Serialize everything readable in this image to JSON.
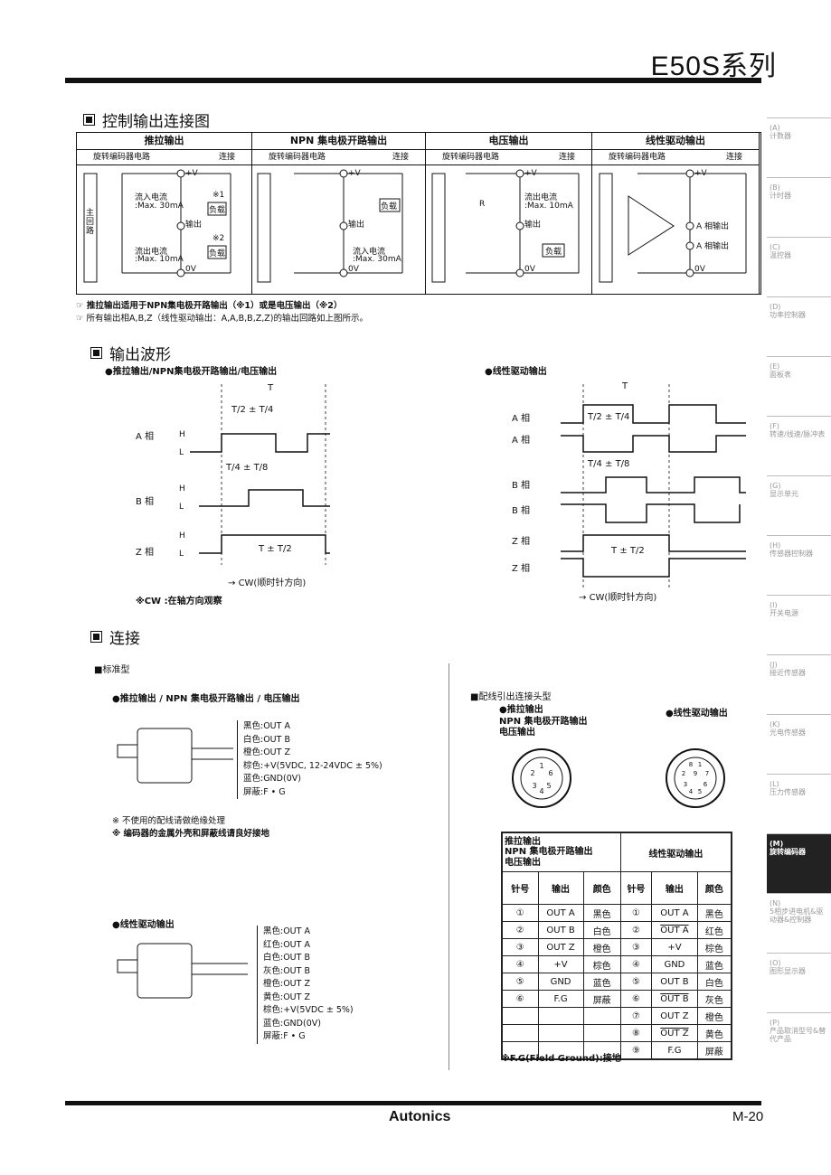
{
  "header": {
    "title": "E50S系列"
  },
  "footer": {
    "brand": "Autonics",
    "page": "M-20"
  },
  "section1": {
    "title": "控制输出连接图",
    "columns": [
      {
        "head": "推拉输出",
        "sub_left": "旋转编码器电路",
        "sub_right": "连接"
      },
      {
        "head": "NPN 集电极开路输出",
        "sub_left": "旋转编码器电路",
        "sub_right": "连接"
      },
      {
        "head": "电压输出",
        "sub_left": "旋转编码器电路",
        "sub_right": "连接"
      },
      {
        "head": "线性驱动输出",
        "sub_left": "旋转编码器电路",
        "sub_right": "连接"
      }
    ],
    "circuit_labels": {
      "main_circuit": "主回路",
      "plus_v": "+V",
      "zero_v": "0V",
      "output": "输出",
      "load": "负载",
      "mark1": "※1",
      "mark2": "※2",
      "inflow": "流入电流",
      "inflow_max": ":Max. 30mA",
      "outflow": "流出电流",
      "outflow_max": ":Max. 10mA",
      "resistor": "R",
      "a_out": "A 相输出",
      "a_bar_out": "A 相输出",
      "plus": "+",
      "minus": "-"
    },
    "notes": [
      "推拉输出适用于NPN集电极开路输出（※1）或是电压输出（※2）",
      "所有输出相A,B,Z（线性驱动输出：A,A,B,B,Z,Z)的输出回路如上图所示。"
    ]
  },
  "section2": {
    "title": "输出波形",
    "left_sub": "●推拉输出/NPN集电极开路输出/电压输出",
    "right_sub": "●线性驱动输出",
    "T": "T",
    "frac_T2": "T/2 ± T/4",
    "frac_T4": "T/4 ± T/8",
    "frac_T_T2": "T ± T/2",
    "phase_a": "A 相",
    "phase_b": "B 相",
    "phase_z": "Z 相",
    "H": "H",
    "L": "L",
    "cw": "CW(顺时针方向)",
    "cw_note": "※CW :在轴方向观察"
  },
  "section3": {
    "title": "连接",
    "std_type": "■标准型",
    "std_sub": "●推拉输出 / NPN 集电极开路输出 / 电压输出",
    "std_wires": [
      "黑色:OUT A",
      "白色:OUT B",
      "橙色:OUT Z",
      "棕色:+V(5VDC, 12-24VDC ± 5%)",
      "蓝色:GND(0V)",
      "屏蔽:F • G"
    ],
    "notes": [
      "※ 不使用的配线请做绝缘处理",
      "※ 编码器的金属外壳和屏蔽线请良好接地"
    ],
    "ld_sub": "●线性驱动输出",
    "ld_wires": [
      "黑色:OUT A",
      "红色:OUT A",
      "白色:OUT B",
      "灰色:OUT B",
      "橙色:OUT Z",
      "黄色:OUT Z",
      "棕色:+V(5VDC ± 5%)",
      "蓝色:GND(0V)",
      "屏蔽:F • G"
    ],
    "conn_title": "■配线引出连接头型",
    "conn_left": "●推拉输出\nNPN 集电极开路输出\n电压输出",
    "conn_right": "●线性驱动输出",
    "table_head_left": "推拉输出\nNPN 集电极开路输出\n电压输出",
    "table_head_right": "线性驱动输出",
    "cols": [
      "针号",
      "输出",
      "颜色",
      "针号",
      "输出",
      "颜色"
    ],
    "rows": [
      [
        "①",
        "OUT A",
        "黑色",
        "①",
        "OUT A",
        "黑色"
      ],
      [
        "②",
        "OUT B",
        "白色",
        "②",
        "OUT A",
        "红色"
      ],
      [
        "③",
        "OUT Z",
        "橙色",
        "③",
        "+V",
        "棕色"
      ],
      [
        "④",
        "+V",
        "棕色",
        "④",
        "GND",
        "蓝色"
      ],
      [
        "⑤",
        "GND",
        "蓝色",
        "⑤",
        "OUT B",
        "白色"
      ],
      [
        "⑥",
        "F.G",
        "屏蔽",
        "⑥",
        "OUT B",
        "灰色"
      ],
      [
        "",
        "",
        "",
        "⑦",
        "OUT Z",
        "橙色"
      ],
      [
        "",
        "",
        "",
        "⑧",
        "OUT Z",
        "黄色"
      ],
      [
        "",
        "",
        "",
        "⑨",
        "F.G",
        "屏蔽"
      ]
    ],
    "fg_note": "※F.G(Field Ground):接地"
  },
  "sidebar": [
    {
      "code": "(A)",
      "label": "计数器"
    },
    {
      "code": "(B)",
      "label": "计时器"
    },
    {
      "code": "(C)",
      "label": "温控器"
    },
    {
      "code": "(D)",
      "label": "功率控制器"
    },
    {
      "code": "(E)",
      "label": "面板表"
    },
    {
      "code": "(F)",
      "label": "转速/线速/脉冲表"
    },
    {
      "code": "(G)",
      "label": "显示单元"
    },
    {
      "code": "(H)",
      "label": "传感器控制器"
    },
    {
      "code": "(I)",
      "label": "开关电源"
    },
    {
      "code": "(J)",
      "label": "接近传感器"
    },
    {
      "code": "(K)",
      "label": "光电传感器"
    },
    {
      "code": "(L)",
      "label": "压力传感器"
    },
    {
      "code": "(M)",
      "label": "旋转编码器"
    },
    {
      "code": "(N)",
      "label": "5相步进电机&驱动器&控制器"
    },
    {
      "code": "(O)",
      "label": "图形显示器"
    },
    {
      "code": "(P)",
      "label": "产品取消型号&替代产品"
    }
  ]
}
